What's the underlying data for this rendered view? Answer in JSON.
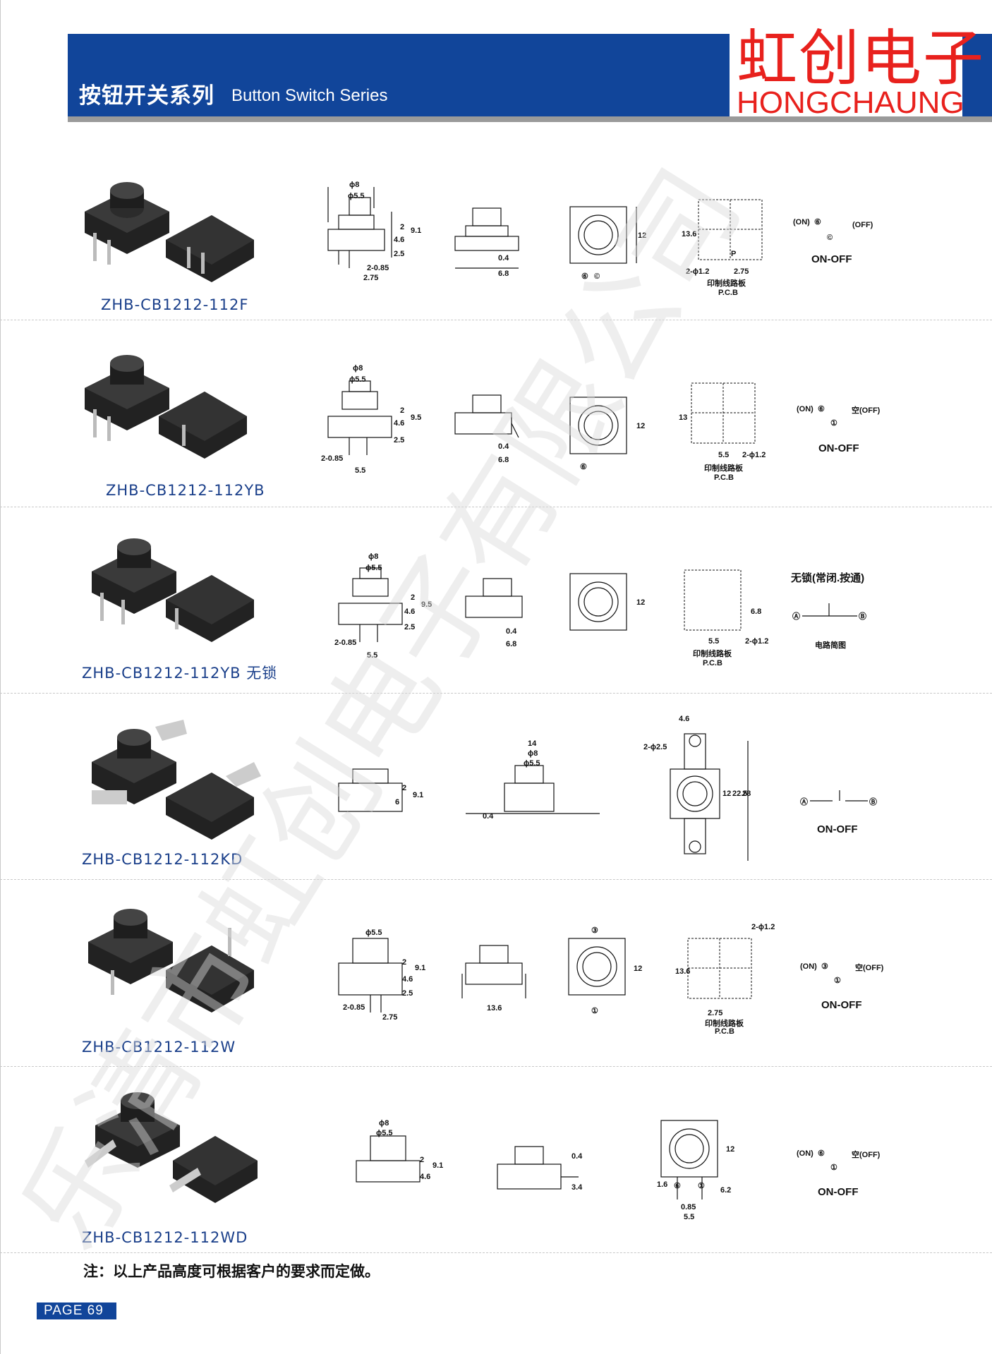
{
  "header": {
    "series_cn": "按钮开关系列",
    "series_en": "Button Switch Series",
    "brand_cn": "虹创电子",
    "brand_en": "HONGCHAUNG"
  },
  "colors": {
    "header_blue": "#11459a",
    "brand_red": "#e8211d",
    "model_blue": "#1a3f8a"
  },
  "products": [
    {
      "model": "ZHB-CB1212-112F",
      "dims": {
        "d1": "ϕ8",
        "d2": "ϕ5.5",
        "h1": "2",
        "h2": "4.6",
        "h3": "9.1",
        "h4": "2.5",
        "b1": "2-0.85",
        "b2": "2.75",
        "s1": "0.4",
        "s2": "6.8",
        "top": "12",
        "pcb_h": "13.6",
        "pcb_p": "P",
        "pcb_hole": "2-ϕ1.2",
        "pcb_w": "2.75",
        "pcb_cn": "印制线路板",
        "pcb_en": "P.C.B"
      },
      "schematic": {
        "on": "(ON)",
        "off": "(OFF)",
        "pin_a": "⑥",
        "pin_b": "©",
        "label": "ON-OFF"
      },
      "pins": [
        "⑥",
        "©"
      ]
    },
    {
      "model": "ZHB-CB1212-112YB",
      "dims": {
        "d1": "ϕ8",
        "d2": "ϕ5.5",
        "h1": "2",
        "h2": "4.6",
        "h3": "9.5",
        "h4": "2.5",
        "b1": "2-0.85",
        "b2": "5.5",
        "s1": "0.4",
        "s2": "6.8",
        "top": "12",
        "pcb_h": "13",
        "pcb_w": "5.5",
        "pcb_hole": "2-ϕ1.2",
        "pcb_cn": "印制线路板",
        "pcb_en": "P.C.B"
      },
      "schematic": {
        "on": "(ON)",
        "off": "空(OFF)",
        "pin_a": "⑥",
        "pin_b": "①",
        "label": "ON-OFF"
      },
      "pins": [
        "⑥",
        "①"
      ]
    },
    {
      "model": "ZHB-CB1212-112YB 无锁",
      "dims": {
        "d1": "ϕ8",
        "d2": "ϕ5.5",
        "h1": "2",
        "h2": "4.6",
        "h3": "9.5",
        "h4": "2.5",
        "b1": "2-0.85",
        "b2": "5.5",
        "s1": "0.4",
        "s2": "6.8",
        "top": "12",
        "pcb_h": "6.8",
        "pcb_w": "5.5",
        "pcb_hole": "2-ϕ1.2",
        "pcb_cn": "印制线路板",
        "pcb_en": "P.C.B"
      },
      "schematic": {
        "title": "无锁(常闭.按通)",
        "pin_a": "Ⓐ",
        "pin_b": "Ⓑ",
        "label": "电路简图"
      }
    },
    {
      "model": "ZHB-CB1212-112KD",
      "dims": {
        "h1": "2",
        "h2": "6",
        "h3": "9.1",
        "s1": "0.4",
        "w": "14",
        "d1": "ϕ8",
        "d2": "ϕ5.5",
        "t1": "4.6",
        "hole": "2-ϕ2.5",
        "top": "12",
        "v1": "22.5",
        "v2": "28"
      },
      "schematic": {
        "pin_a": "Ⓐ",
        "pin_b": "Ⓑ",
        "label": "ON-OFF"
      }
    },
    {
      "model": "ZHB-CB1212-112W",
      "dims": {
        "d2": "ϕ5.5",
        "h1": "2",
        "h2": "4.6",
        "h3": "9.1",
        "h4": "2.5",
        "b1": "2-0.85",
        "b2": "2.75",
        "s2": "13.6",
        "top": "12",
        "pcb_h": "13.6",
        "pcb_hole": "2-ϕ1.2",
        "pcb_w": "2.75",
        "pcb_cn": "印制线路板",
        "pcb_en": "P.C.B"
      },
      "schematic": {
        "on": "(ON)",
        "off": "空(OFF)",
        "pin_a": "③",
        "pin_b": "①",
        "label": "ON-OFF"
      },
      "pins": [
        "③",
        "①"
      ]
    },
    {
      "model": "ZHB-CB1212-112WD",
      "dims": {
        "d1": "ϕ8",
        "d2": "ϕ5.5",
        "h1": "2",
        "h2": "4.6",
        "h3": "9.1",
        "s1": "0.4",
        "s2": "3.4",
        "top": "12",
        "b1": "1.6",
        "b2": "6.2",
        "b3": "0.85",
        "b4": "5.5"
      },
      "schematic": {
        "on": "(ON)",
        "off": "空(OFF)",
        "pin_a": "⑥",
        "pin_b": "①",
        "label": "ON-OFF"
      },
      "pins": [
        "⑥",
        "①"
      ]
    }
  ],
  "note": "注：以上产品高度可根据客户的要求而定做。",
  "page": "PAGE 69",
  "watermark": "乐清市虹创电子有限公司"
}
